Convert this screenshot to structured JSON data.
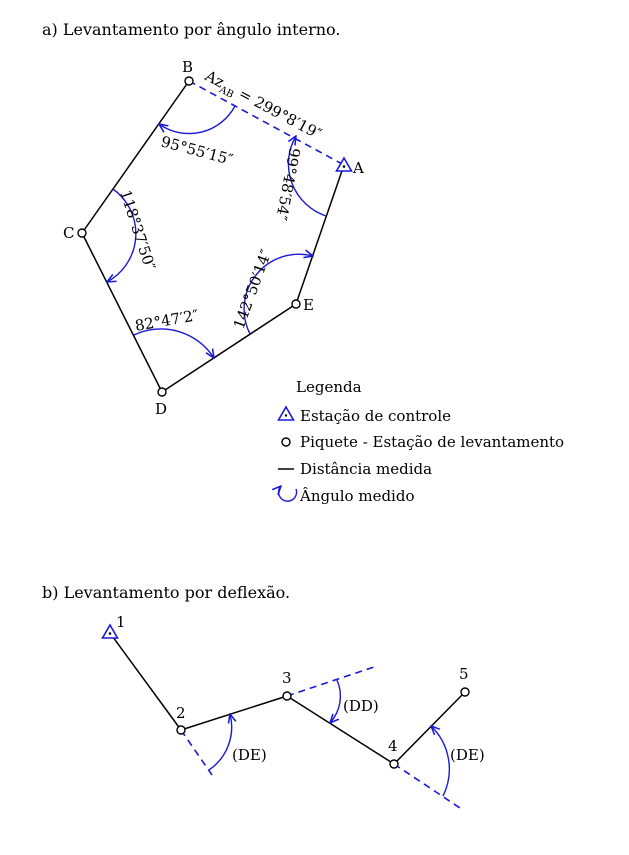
{
  "section_a": {
    "title": "a) Levantamento por ângulo interno.",
    "points": {
      "A": "A",
      "B": "B",
      "C": "C",
      "D": "D",
      "E": "E"
    },
    "azimuth": {
      "label": "Az",
      "sub": "AB",
      "value": " = 299°8′19″"
    },
    "angles": {
      "B": "95°55′15″",
      "C": "118°37′50″",
      "D": "82°47′2″",
      "E": "142°50′14″",
      "A": "99°48′54″"
    }
  },
  "legend": {
    "title": "Legenda",
    "items": [
      {
        "label": "Estação de controle",
        "icon": "station-triangle-icon"
      },
      {
        "label": "Piquete - Estação de levantamento",
        "icon": "peg-circle-icon"
      },
      {
        "label": "Distância medida",
        "icon": "line-segment-icon"
      },
      {
        "label": "Ângulo medido",
        "icon": "angle-arc-icon"
      }
    ]
  },
  "section_b": {
    "title": "b) Levantamento por deflexão.",
    "points": [
      "1",
      "2",
      "3",
      "4",
      "5"
    ],
    "deflections": {
      "p2": "(DE)",
      "p3": "(DD)",
      "p4": "(DE)"
    }
  },
  "colors": {
    "accent": "#1a1ad6",
    "line": "#000000",
    "background": "#ffffff"
  }
}
